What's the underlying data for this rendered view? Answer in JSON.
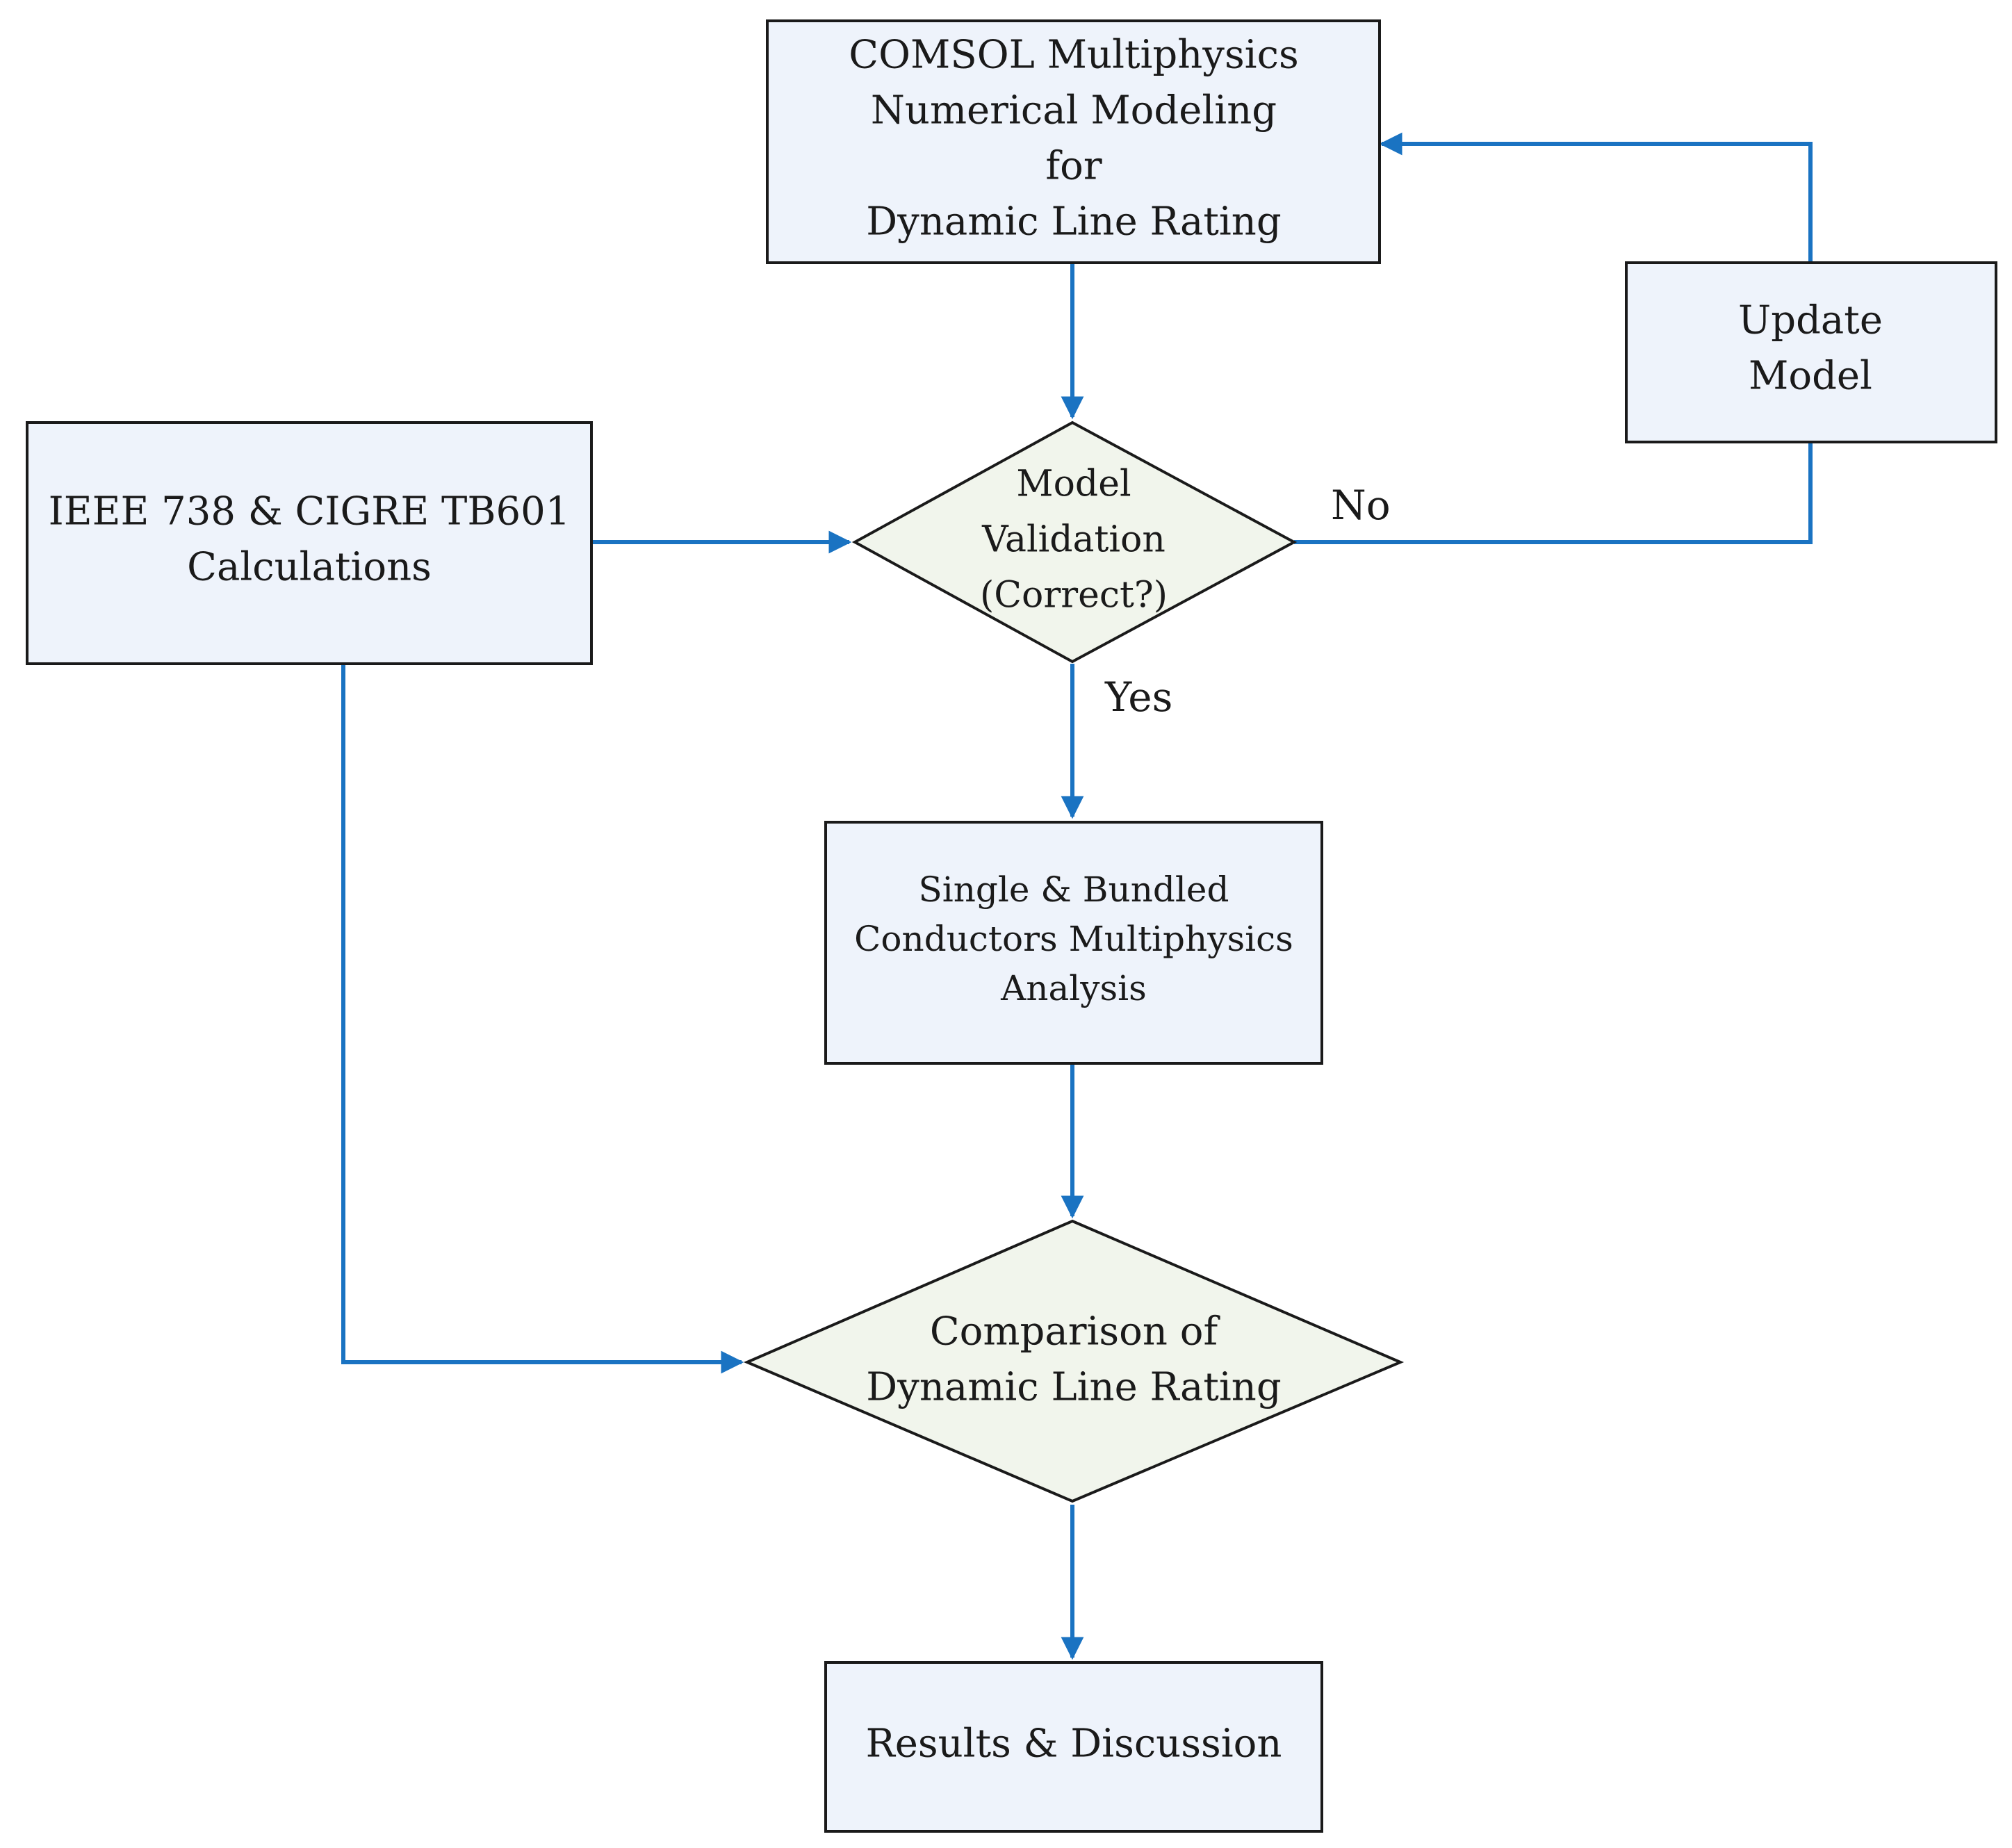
{
  "colors": {
    "edge": "#1a73c2"
  },
  "nodes": {
    "comsol": {
      "lines": [
        "COMSOL Multiphysics",
        "Numerical Modeling",
        "for",
        "Dynamic Line Rating"
      ]
    },
    "update": {
      "lines": [
        "Update",
        "Model"
      ]
    },
    "ieee": {
      "lines": [
        "IEEE 738 & CIGRE TB601",
        "Calculations"
      ]
    },
    "validation": {
      "lines": [
        "Model",
        "Validation",
        "(Correct?)"
      ]
    },
    "analysis": {
      "lines": [
        "Single & Bundled",
        "Conductors Multiphysics",
        "Analysis"
      ]
    },
    "comparison": {
      "lines": [
        "Comparison of",
        "Dynamic Line Rating"
      ]
    },
    "results": {
      "lines": [
        "Results & Discussion"
      ]
    }
  },
  "edge_labels": {
    "no": "No",
    "yes": "Yes"
  }
}
